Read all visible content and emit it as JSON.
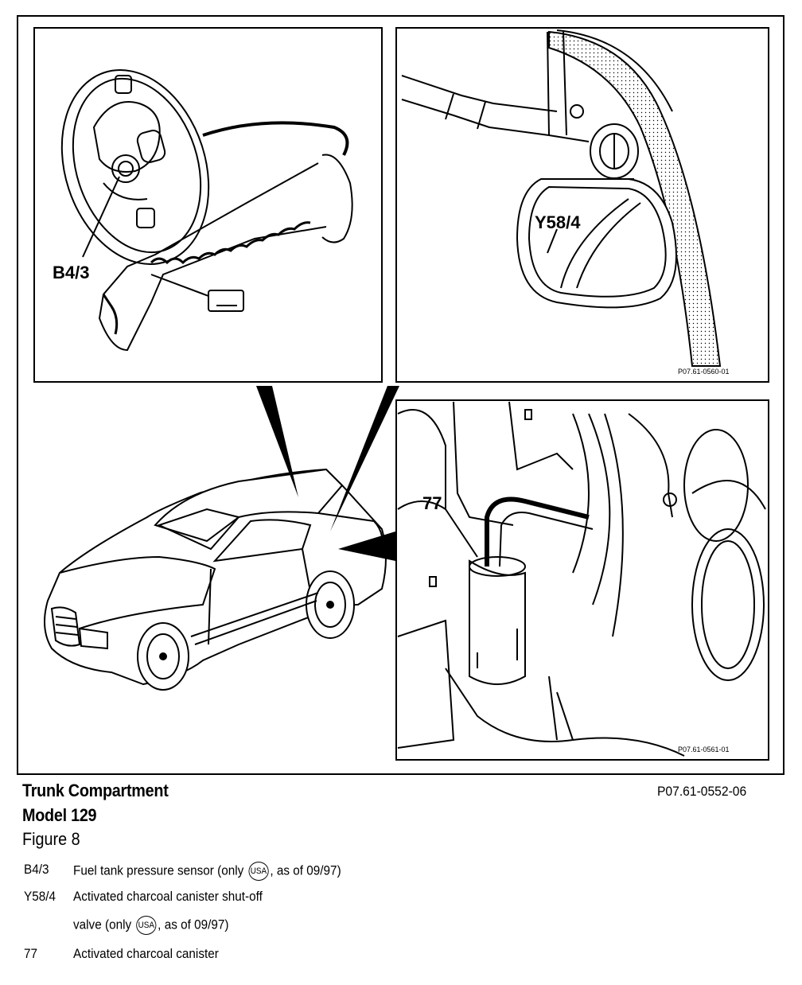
{
  "panels": {
    "top_left_label": "B4/3",
    "top_right_label": "Y58/4",
    "top_right_ref": "P07.61-0560-01",
    "bottom_right_label": "77",
    "bottom_right_ref": "P07.61-0561-01"
  },
  "caption": {
    "title": "Trunk Compartment",
    "model": "Model 129",
    "figure": "Figure 8",
    "ref_code": "P07.61-0552-06"
  },
  "legend": [
    {
      "code": "B4/3",
      "pre": "Fuel tank pressure sensor (only ",
      "badge": "USA",
      "post": ", as of 09/97)"
    },
    {
      "code": "Y58/4",
      "pre": "Activated charcoal canister shut-off",
      "badge": "",
      "post": ""
    },
    {
      "code": "",
      "pre": "valve (only ",
      "badge": "USA",
      "post": ", as of 09/97)"
    },
    {
      "code": "77",
      "pre": "Activated charcoal canister",
      "badge": "",
      "post": ""
    }
  ],
  "icons": [
    "fuel-pump-sender-illustration",
    "charcoal-valve-illustration",
    "charcoal-canister-illustration",
    "convertible-car-illustration"
  ]
}
